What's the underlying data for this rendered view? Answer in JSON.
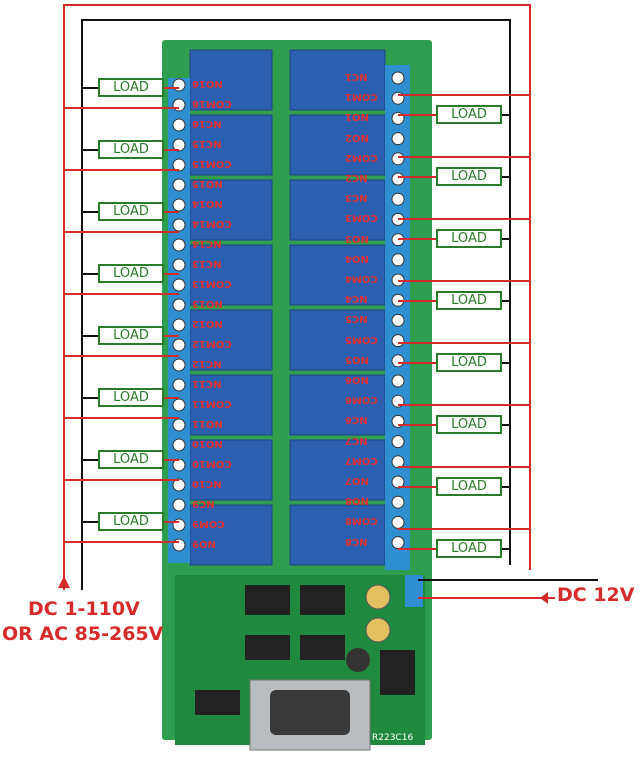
{
  "loads_left": [
    "LOAD",
    "LOAD",
    "LOAD",
    "LOAD",
    "LOAD",
    "LOAD",
    "LOAD",
    "LOAD"
  ],
  "loads_right": [
    "LOAD",
    "LOAD",
    "LOAD",
    "LOAD",
    "LOAD",
    "LOAD",
    "LOAD",
    "LOAD"
  ],
  "left_terminals": [
    "NO16",
    "COM16",
    "NC16",
    "NC15",
    "COM15",
    "NO15",
    "NO14",
    "COM14",
    "NC14",
    "NC13",
    "COM13",
    "NO13",
    "NO12",
    "COM12",
    "NC12",
    "NC11",
    "COM11",
    "NO11",
    "NO10",
    "COM10",
    "NC10",
    "NC9",
    "COM9",
    "NO9"
  ],
  "right_terminals": [
    "NC1",
    "COM1",
    "NO1",
    "NO2",
    "COM2",
    "NC2",
    "NC3",
    "COM3",
    "NO3",
    "NO4",
    "COM4",
    "NC4",
    "NC5",
    "COM5",
    "NO5",
    "NO6",
    "COM6",
    "NC6",
    "NC7",
    "COM7",
    "NO7",
    "NO8",
    "COM8",
    "NC8"
  ],
  "labels": {
    "load_supply_line1": "DC 1-110V",
    "load_supply_line2": "OR AC 85-265V",
    "coil_supply": "DC 12V",
    "board_code": "R223C16"
  },
  "colors": {
    "wire_red": "#d42b2b",
    "wire_black": "#111111",
    "load_green": "#2c7a2c",
    "board_green": "#2f9e4f",
    "relay_blue": "#2b5fb0",
    "terminal_blue": "#2f8fd0"
  }
}
